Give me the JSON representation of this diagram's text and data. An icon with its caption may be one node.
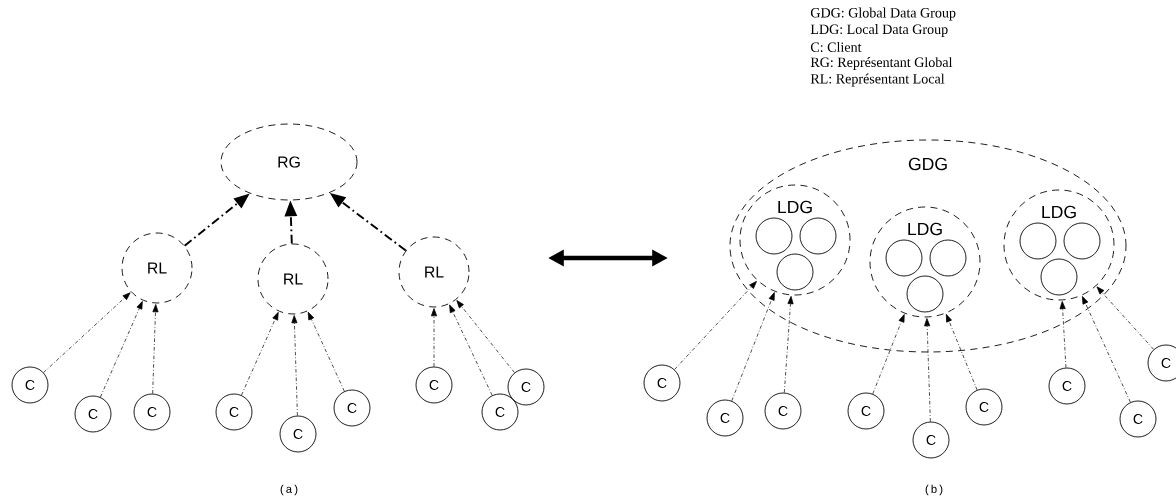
{
  "diagram": {
    "nodes": [
      {
        "text": [
          "RG"
        ]
      },
      {
        "text": [
          "RL"
        ]
      },
      {
        "text": [
          "RL"
        ]
      },
      {
        "text": [
          "RL"
        ]
      },
      {
        "text": [
          "C"
        ]
      },
      {
        "text": [
          "C"
        ]
      },
      {
        "text": [
          "C"
        ]
      },
      {
        "text": [
          "C"
        ]
      },
      {
        "text": [
          "C"
        ]
      },
      {
        "text": [
          "C"
        ]
      },
      {
        "text": [
          "C"
        ]
      },
      {
        "text": [
          "C"
        ]
      },
      {
        "text": [
          "C"
        ]
      },
      {
        "text": [
          "GDG"
        ]
      },
      {
        "text": [
          "LDG"
        ],
        "in": 13
      },
      {
        "text": [],
        "shape": "circle",
        "in": 14
      },
      {
        "text": [],
        "shape": "circle",
        "in": 14
      },
      {
        "text": [],
        "shape": "circle",
        "in": 14
      },
      {
        "text": [
          "LDG"
        ],
        "in": 13
      },
      {
        "text": [],
        "shape": "circle",
        "in": 18
      },
      {
        "text": [],
        "shape": "circle",
        "in": 18
      },
      {
        "text": [],
        "shape": "circle",
        "in": 18
      },
      {
        "text": [
          "LDG"
        ],
        "in": 13
      },
      {
        "text": [],
        "shape": "circle",
        "in": 22
      },
      {
        "text": [],
        "shape": "circle",
        "in": 22
      },
      {
        "text": [],
        "shape": "circle",
        "in": 22
      },
      {
        "text": [
          "C"
        ]
      },
      {
        "text": [
          "C"
        ]
      },
      {
        "text": [
          "C"
        ]
      },
      {
        "text": [
          "C"
        ]
      },
      {
        "text": [
          "C"
        ]
      },
      {
        "text": [
          "C"
        ]
      },
      {
        "text": [
          "C"
        ]
      },
      {
        "text": [
          "C"
        ]
      },
      {
        "text": [
          "C"
        ]
      }
    ],
    "edges": [
      {
        "from": 1,
        "to": 0,
        "arrow": "to",
        "style": "dashed"
      },
      {
        "from": 2,
        "to": 0,
        "arrow": "to",
        "style": "dashed"
      },
      {
        "from": 3,
        "to": 0,
        "arrow": "to",
        "style": "dashed"
      },
      {
        "from": 4,
        "to": 1,
        "arrow": "to"
      },
      {
        "from": 5,
        "to": 1,
        "arrow": "to"
      },
      {
        "from": 6,
        "to": 1,
        "arrow": "to"
      },
      {
        "from": 7,
        "to": 2,
        "arrow": "to"
      },
      {
        "from": 8,
        "to": 2,
        "arrow": "to"
      },
      {
        "from": 9,
        "to": 2,
        "arrow": "to"
      },
      {
        "from": 10,
        "to": 3,
        "arrow": "to"
      },
      {
        "from": 11,
        "to": 3,
        "arrow": "to"
      },
      {
        "from": 12,
        "to": 3,
        "arrow": "to"
      },
      {
        "from": 26,
        "to": 14,
        "arrow": "to"
      },
      {
        "from": 27,
        "to": 14,
        "arrow": "to"
      },
      {
        "from": 28,
        "to": 14,
        "arrow": "to"
      },
      {
        "from": 29,
        "to": 18,
        "arrow": "to"
      },
      {
        "from": 30,
        "to": 18,
        "arrow": "to"
      },
      {
        "from": 31,
        "to": 18,
        "arrow": "to"
      },
      {
        "from": 32,
        "to": 22,
        "arrow": "to"
      },
      {
        "from": 33,
        "to": 22,
        "arrow": "to"
      },
      {
        "from": 34,
        "to": 22,
        "arrow": "to"
      }
    ],
    "labels": [
      "GDG: Global Data Group",
      "LDG: Local Data Group",
      "C: Client",
      "RG: Représentant Global",
      "RL: Représentant Local",
      "(a)",
      "(b)"
    ]
  }
}
